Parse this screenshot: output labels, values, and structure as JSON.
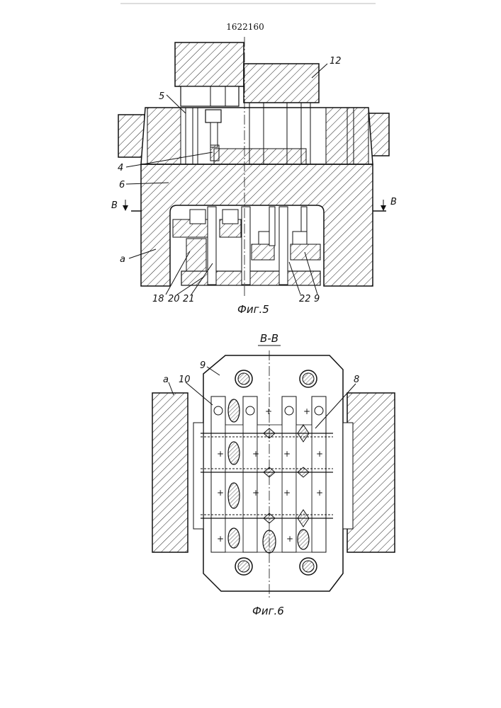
{
  "patent_number": "1622160",
  "fig5": {
    "caption": "Фиг.5",
    "labels": {
      "l12": "12",
      "l5": "5",
      "l4": "4",
      "l6": "6",
      "lB_left": "В",
      "lB_right": "В",
      "la": "а",
      "l18": "18",
      "l20": "20",
      "l21": "21",
      "l22": "22",
      "l9": "9"
    }
  },
  "fig6": {
    "section_title": "В-В",
    "caption": "Фиг.6",
    "labels": {
      "l9": "9",
      "l10": "10",
      "la": "а",
      "l8": "8"
    }
  }
}
